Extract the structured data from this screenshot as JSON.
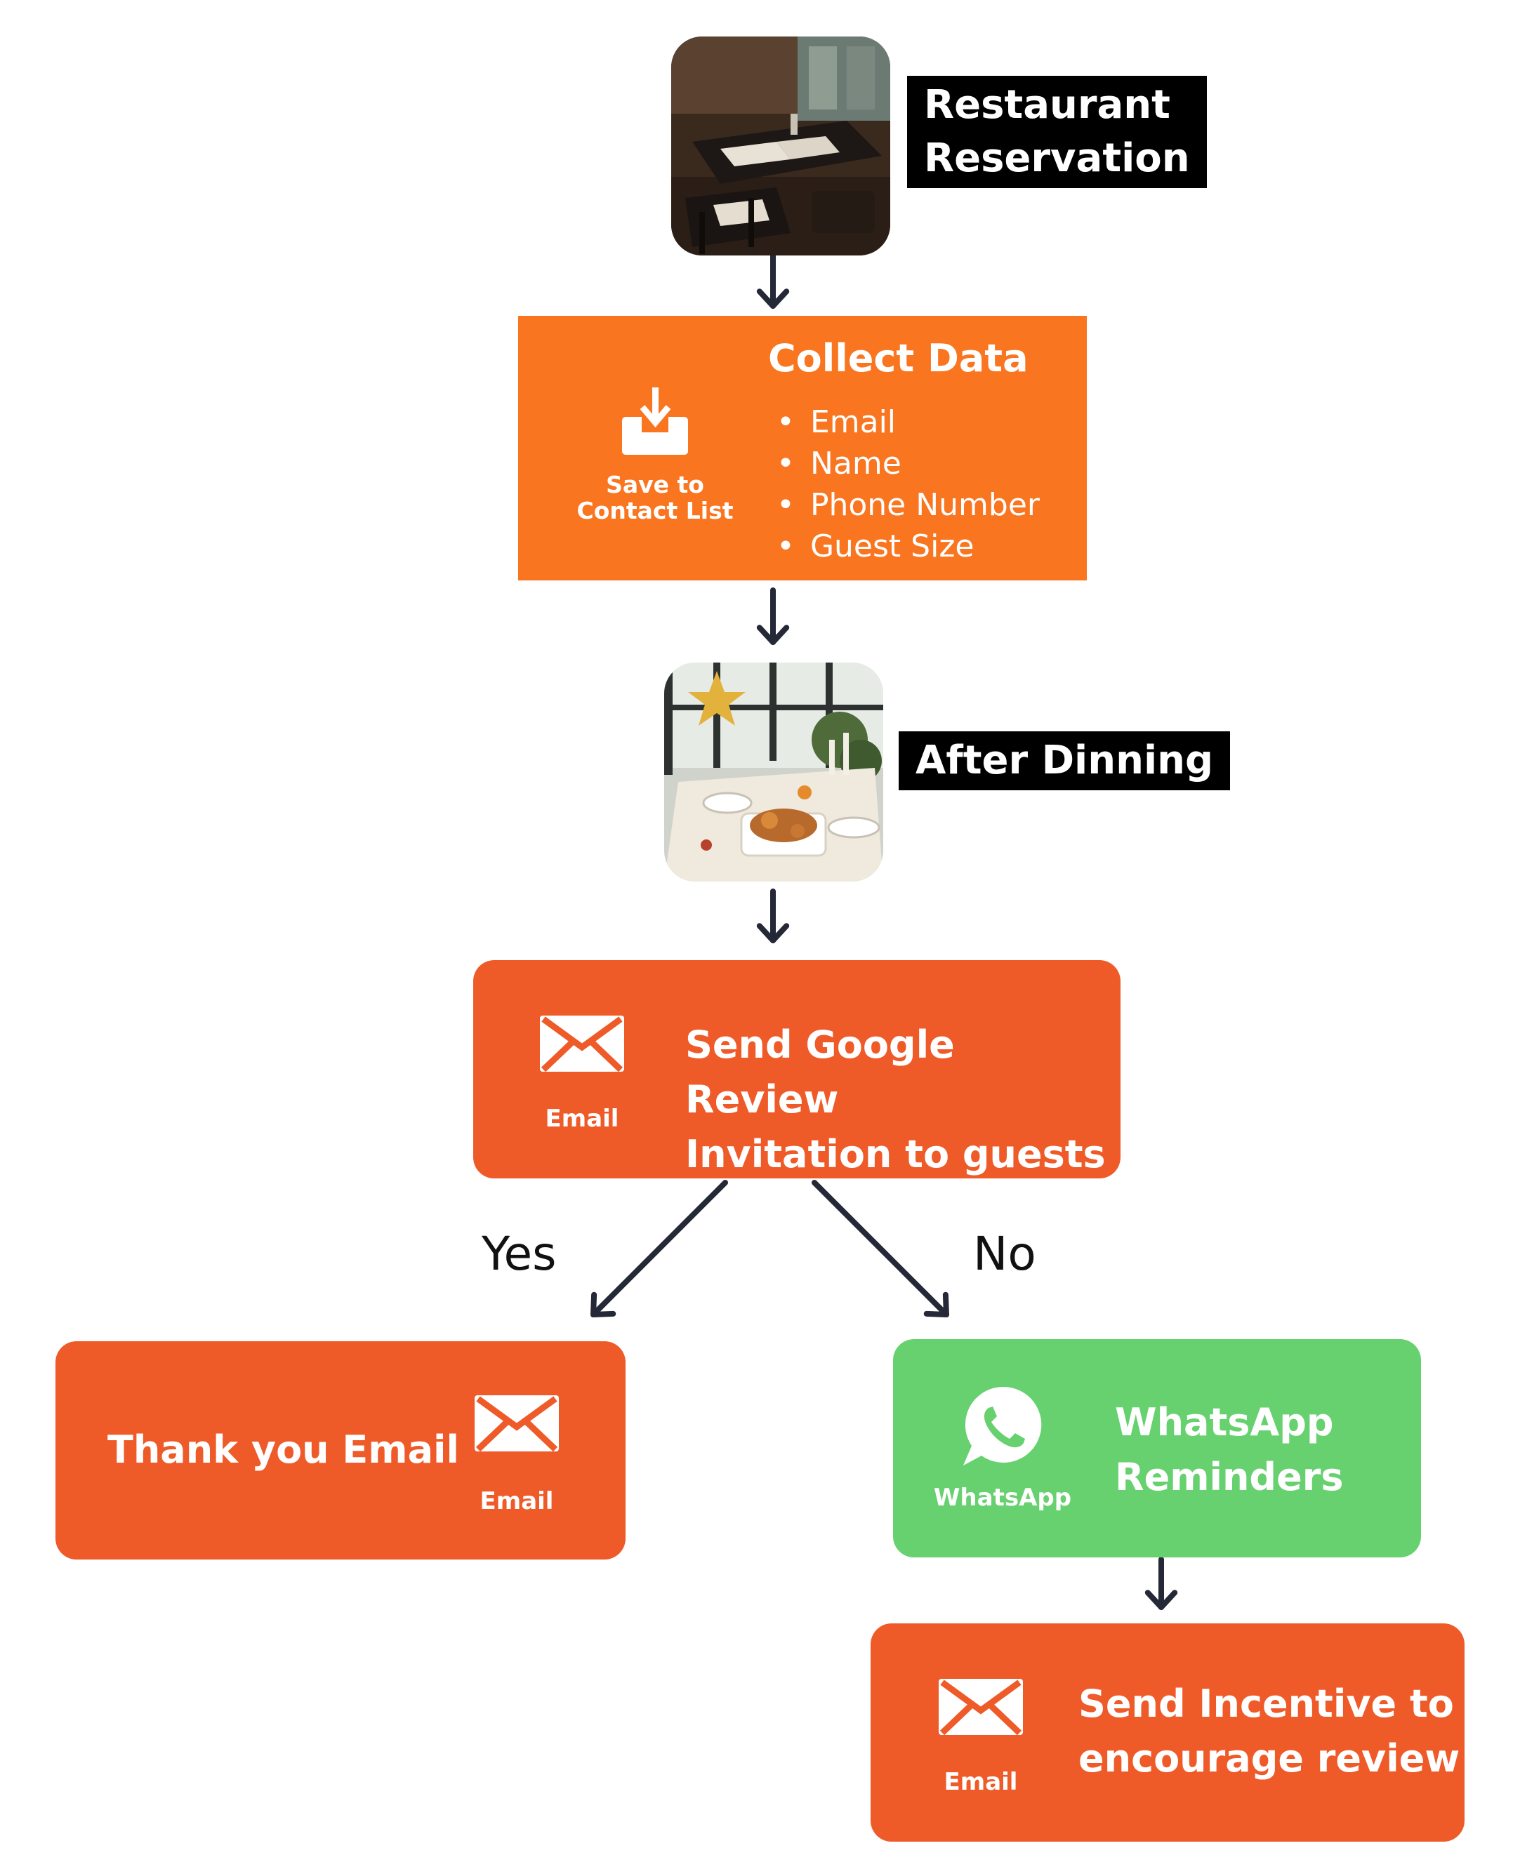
{
  "colors": {
    "orange": "#f97520",
    "red_orange": "#ef5a29",
    "green": "#67d170",
    "arrow": "#252836",
    "label_bg": "#000000"
  },
  "nodes": {
    "restaurant_reservation": {
      "lines": [
        "Restaurant",
        "Reservation"
      ]
    },
    "collect_data": {
      "icon": "download-tray-icon",
      "icon_caption": [
        "Save to",
        "Contact List"
      ],
      "title": "Collect Data",
      "items": [
        "Email",
        "Name",
        "Phone Number",
        "Guest Size"
      ]
    },
    "after_dining": {
      "label": "After Dinning"
    },
    "send_review": {
      "icon": "envelope-icon",
      "icon_caption": "Email",
      "lines": [
        "Send Google Review",
        "Invitation to guests"
      ]
    },
    "thank_you": {
      "icon": "envelope-icon",
      "icon_caption": "Email",
      "label": "Thank you Email"
    },
    "whatsapp": {
      "icon": "whatsapp-icon",
      "icon_caption": "WhatsApp",
      "lines": [
        "WhatsApp",
        "Reminders"
      ]
    },
    "incentive": {
      "icon": "envelope-icon",
      "icon_caption": "Email",
      "lines": [
        "Send Incentive to",
        "encourage review"
      ]
    }
  },
  "branches": {
    "yes": "Yes",
    "no": "No"
  }
}
